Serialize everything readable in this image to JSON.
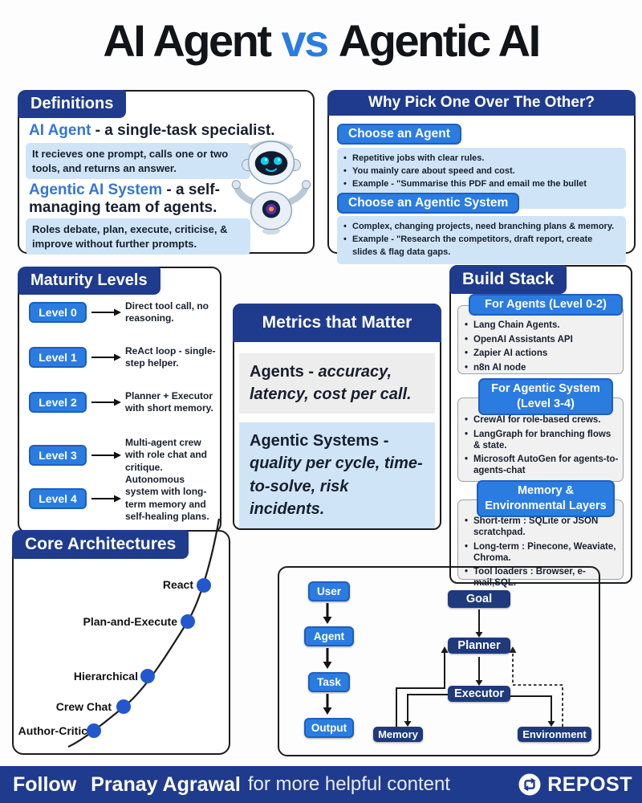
{
  "title": {
    "left": "AI Agent",
    "vs": "vs",
    "right": "Agentic AI"
  },
  "colors": {
    "navy": "#1f3b8d",
    "blue": "#2b7ce0",
    "light_blue": "#cfe4f7",
    "panel_gray": "#f1f1f1",
    "dot_blue": "#2257cf",
    "text_dark": "#171f2e"
  },
  "definitions": {
    "header": "Definitions",
    "term1_name": "AI Agent",
    "term1_desc": " - a single-task specialist.",
    "note1": "It recieves one prompt, calls one or two tools, and returns an answer.",
    "term2_name": "Agentic AI System",
    "term2_desc": " - a self-managing team of agents.",
    "note2": "Roles debate, plan, execute, criticise, & improve without further prompts."
  },
  "why_pick": {
    "header": "Why Pick One Over The Other?",
    "agent_label": "Choose an Agent",
    "agent_bullets": [
      "Repetitive jobs with clear rules.",
      "You mainly care about speed and cost.",
      "Example - \"Summarise this PDF and email me the bullet points\"."
    ],
    "agentic_label": "Choose an Agentic System",
    "agentic_bullets": [
      "Complex, changing projects, need branching plans & memory.",
      "Example - \"Research the competitors, draft report, create slides & flag data gaps."
    ]
  },
  "maturity": {
    "header": "Maturity Levels",
    "levels": [
      {
        "label": "Level 0",
        "desc": "Direct tool call, no reasoning."
      },
      {
        "label": "Level 1",
        "desc": "ReAct loop - single-step helper."
      },
      {
        "label": "Level 2",
        "desc": "Planner + Executor with short memory."
      },
      {
        "label": "Level 3",
        "desc": "Multi-agent crew with role chat and critique."
      },
      {
        "label": "Level 4",
        "desc": "Autonomous system with long-term memory and self-healing plans."
      }
    ]
  },
  "metrics": {
    "header": "Metrics that Matter",
    "agents_name": "Agents -",
    "agents_desc": " accuracy, latency, cost per call.",
    "agentic_name": "Agentic Systems -",
    "agentic_desc": " quality per cycle, time-to-solve, risk incidents."
  },
  "build_stack": {
    "header": "Build Stack",
    "sections": [
      {
        "title": "For Agents (Level 0-2)",
        "bullets": [
          "Lang Chain Agents.",
          "OpenAI Assistants API",
          "Zapier AI actions",
          "n8n AI node"
        ]
      },
      {
        "title": "For Agentic System (Level 3-4)",
        "bullets": [
          "CrewAI for role-based crews.",
          "LangGraph for branching flows & state.",
          "Microsoft AutoGen for agents-to-agents-chat"
        ]
      },
      {
        "title": "Memory & Environmental Layers",
        "bullets": [
          "Short-term : SQLite or JSON scratchpad.",
          "Long-term : Pinecone, Weaviate, Chroma.",
          "Tool loaders : Browser, e-mail,SQL."
        ]
      }
    ]
  },
  "architectures": {
    "header": "Core Architectures",
    "chart_data": {
      "type": "scatter",
      "title": "Core Architectures",
      "points": [
        {
          "label": "Author-Critic",
          "x": 37,
          "y": 10
        },
        {
          "label": "Crew Chat",
          "x": 51,
          "y": 21
        },
        {
          "label": "Hierarchical",
          "x": 62,
          "y": 35
        },
        {
          "label": "Plan-and-Execute",
          "x": 81,
          "y": 60
        },
        {
          "label": "React",
          "x": 88,
          "y": 76
        }
      ],
      "curve": "increasing convex curve through all points",
      "grid": false,
      "legend_position": "none"
    }
  },
  "flows": {
    "agent_flow": [
      "User",
      "Agent",
      "Task",
      "Output"
    ],
    "agentic_flow": [
      "Goal",
      "Planner",
      "Executor",
      "Memory",
      "Environment"
    ],
    "agentic_edges": [
      {
        "from": "Goal",
        "to": "Planner",
        "style": "solid"
      },
      {
        "from": "Planner",
        "to": "Executor",
        "style": "solid"
      },
      {
        "from": "Executor",
        "to": "Memory",
        "style": "solid"
      },
      {
        "from": "Memory",
        "to": "Planner",
        "style": "solid"
      },
      {
        "from": "Executor",
        "to": "Environment",
        "style": "solid"
      },
      {
        "from": "Environment",
        "to": "Planner",
        "style": "dashed"
      }
    ]
  },
  "footer": {
    "follow": "Follow",
    "name": "Pranay Agrawal",
    "tagline": "for more helpful content",
    "repost": "REPOST"
  }
}
